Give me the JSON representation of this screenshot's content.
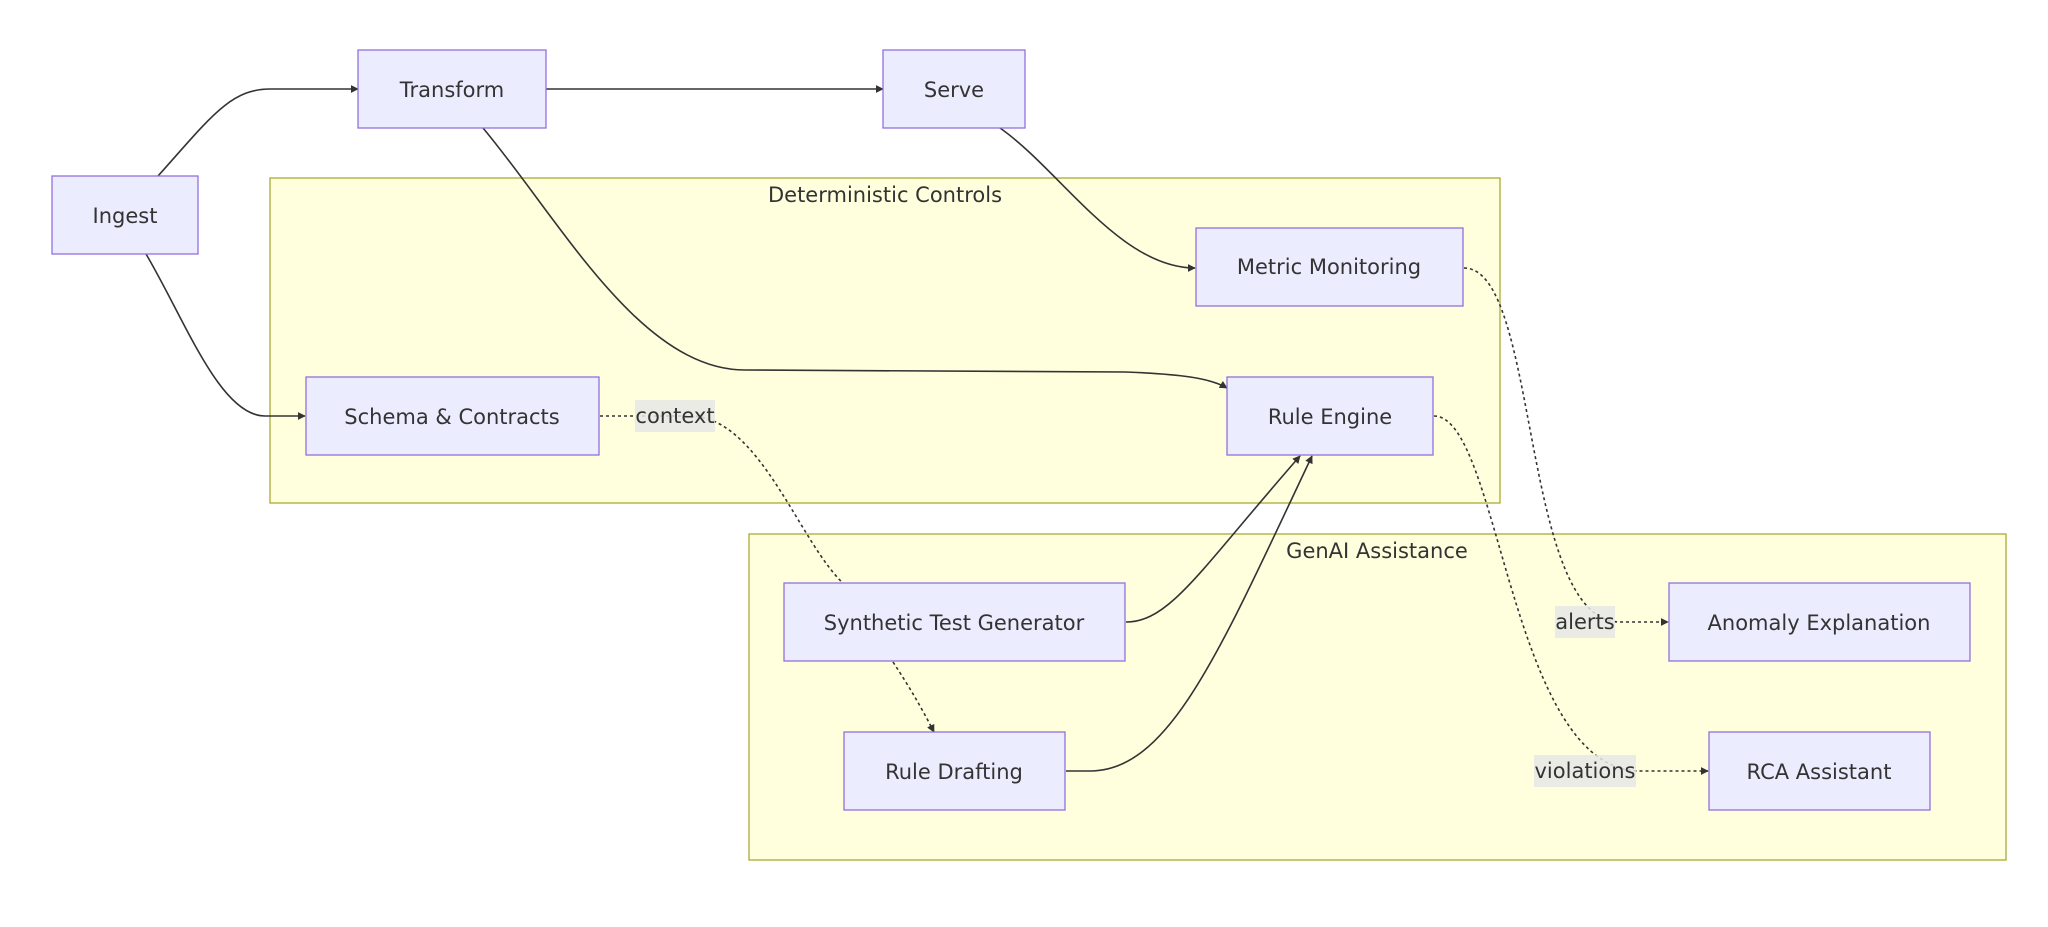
{
  "clusters": {
    "deterministic": {
      "label": "Deterministic Controls"
    },
    "genai": {
      "label": "GenAI Assistance"
    }
  },
  "nodes": {
    "ingest": "Ingest",
    "transform": "Transform",
    "serve": "Serve",
    "schema": "Schema & Contracts",
    "rule_engine": "Rule Engine",
    "metric_monitoring": "Metric Monitoring",
    "synthetic_test": "Synthetic Test Generator",
    "rule_drafting": "Rule Drafting",
    "anomaly_explanation": "Anomaly Explanation",
    "rca_assistant": "RCA Assistant"
  },
  "edge_labels": {
    "context": "context",
    "alerts": "alerts",
    "violations": "violations"
  },
  "colors": {
    "node_fill": "#ececff",
    "node_stroke": "#9370db",
    "cluster_fill": "#ffffde",
    "cluster_stroke": "#aaaa33",
    "edge": "#333333"
  }
}
